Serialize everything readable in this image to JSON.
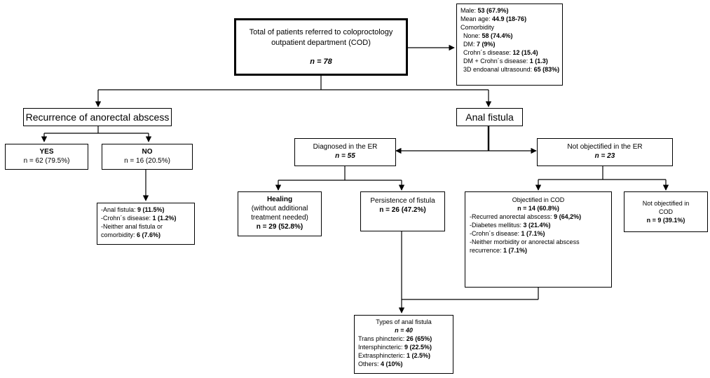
{
  "root": {
    "title_line1": "Total of patients  referred to coloproctology",
    "title_line2": "outpatient department (COD)",
    "n": "n = 78"
  },
  "demographics": {
    "male_label": "Male: ",
    "male_value": "53 (67.9%)",
    "age_label": "Mean age: ",
    "age_value": "44.9 (18-76)",
    "comorbidity_title": "Comorbidity",
    "none_label": "None: ",
    "none_value": "58 (74.4%)",
    "dm_label": "DM: ",
    "dm_value": "7 (9%)",
    "crohn_label": "Crohn´s disease:  ",
    "crohn_value": "12 (15.4)",
    "dm_crohn_label": "DM + Crohn´s disease: ",
    "dm_crohn_value": "1 (1.3)",
    "us_label": "3D endoanal ultrasound: ",
    "us_value": "65 (83%)"
  },
  "recurrence": {
    "label": "Recurrence of anorectal abscess"
  },
  "fistula": {
    "label": "Anal fistula"
  },
  "yes": {
    "label": "YES",
    "n": "n = 62 (79.5%)"
  },
  "no": {
    "label": "NO",
    "n": "n = 16 (20.5%)"
  },
  "no_details": {
    "anal_label": "-Anal fistula: ",
    "anal_value": "9 (11.5%)",
    "crohn_label": "-Crohn´s disease: ",
    "crohn_value": "1 (1.2%)",
    "neither_line1": "-Neither anal fistula or",
    "neither_line2": "comorbidity: ",
    "neither_value": "6 (7.6%)"
  },
  "diagnosed": {
    "label": "Diagnosed in the ER",
    "n": "n = 55"
  },
  "not_objectified": {
    "label": "Not objectified  in the ER",
    "n": "n = 23"
  },
  "healing": {
    "label": "Healing",
    "sub_line1": "(without additional",
    "sub_line2": "treatment needed)",
    "n": "n = 29 (52.8%)"
  },
  "persistence": {
    "label": "Persistence of fistula",
    "n": "n = 26 (47.2%)"
  },
  "objectified_cod": {
    "label": "Objectified in COD",
    "n": "n = 14 (60.8%)",
    "recurred_label": "-Recurred anorectal abscess: ",
    "recurred_value": "9 (64,2%)",
    "diabetes_label": "-Diabetes mellitus: ",
    "diabetes_value": "3 (21.4%)",
    "crohn_label": "-Crohn´s disease: ",
    "crohn_value": "1 (7.1%)",
    "neither_line1": "-Neither morbidity or anorectal abscess",
    "neither_line2": "recurrence: ",
    "neither_value": "1 (7.1%)"
  },
  "not_objectified_cod": {
    "label_line1": "Not objectified in",
    "label_line2": "COD",
    "n": "n = 9 (39.1%)"
  },
  "types": {
    "title": "Types of anal fistula",
    "n": "n = 40",
    "trans_label": "Trans phincteric:  ",
    "trans_value": "26 (65%)",
    "inter_label": "Intersphincteric:  ",
    "inter_value": "9 (22.5%)",
    "extra_label": "Extrasphincteric:  ",
    "extra_value": "1 (2.5%)",
    "others_label": "Others: ",
    "others_value": "4 (10%)"
  }
}
